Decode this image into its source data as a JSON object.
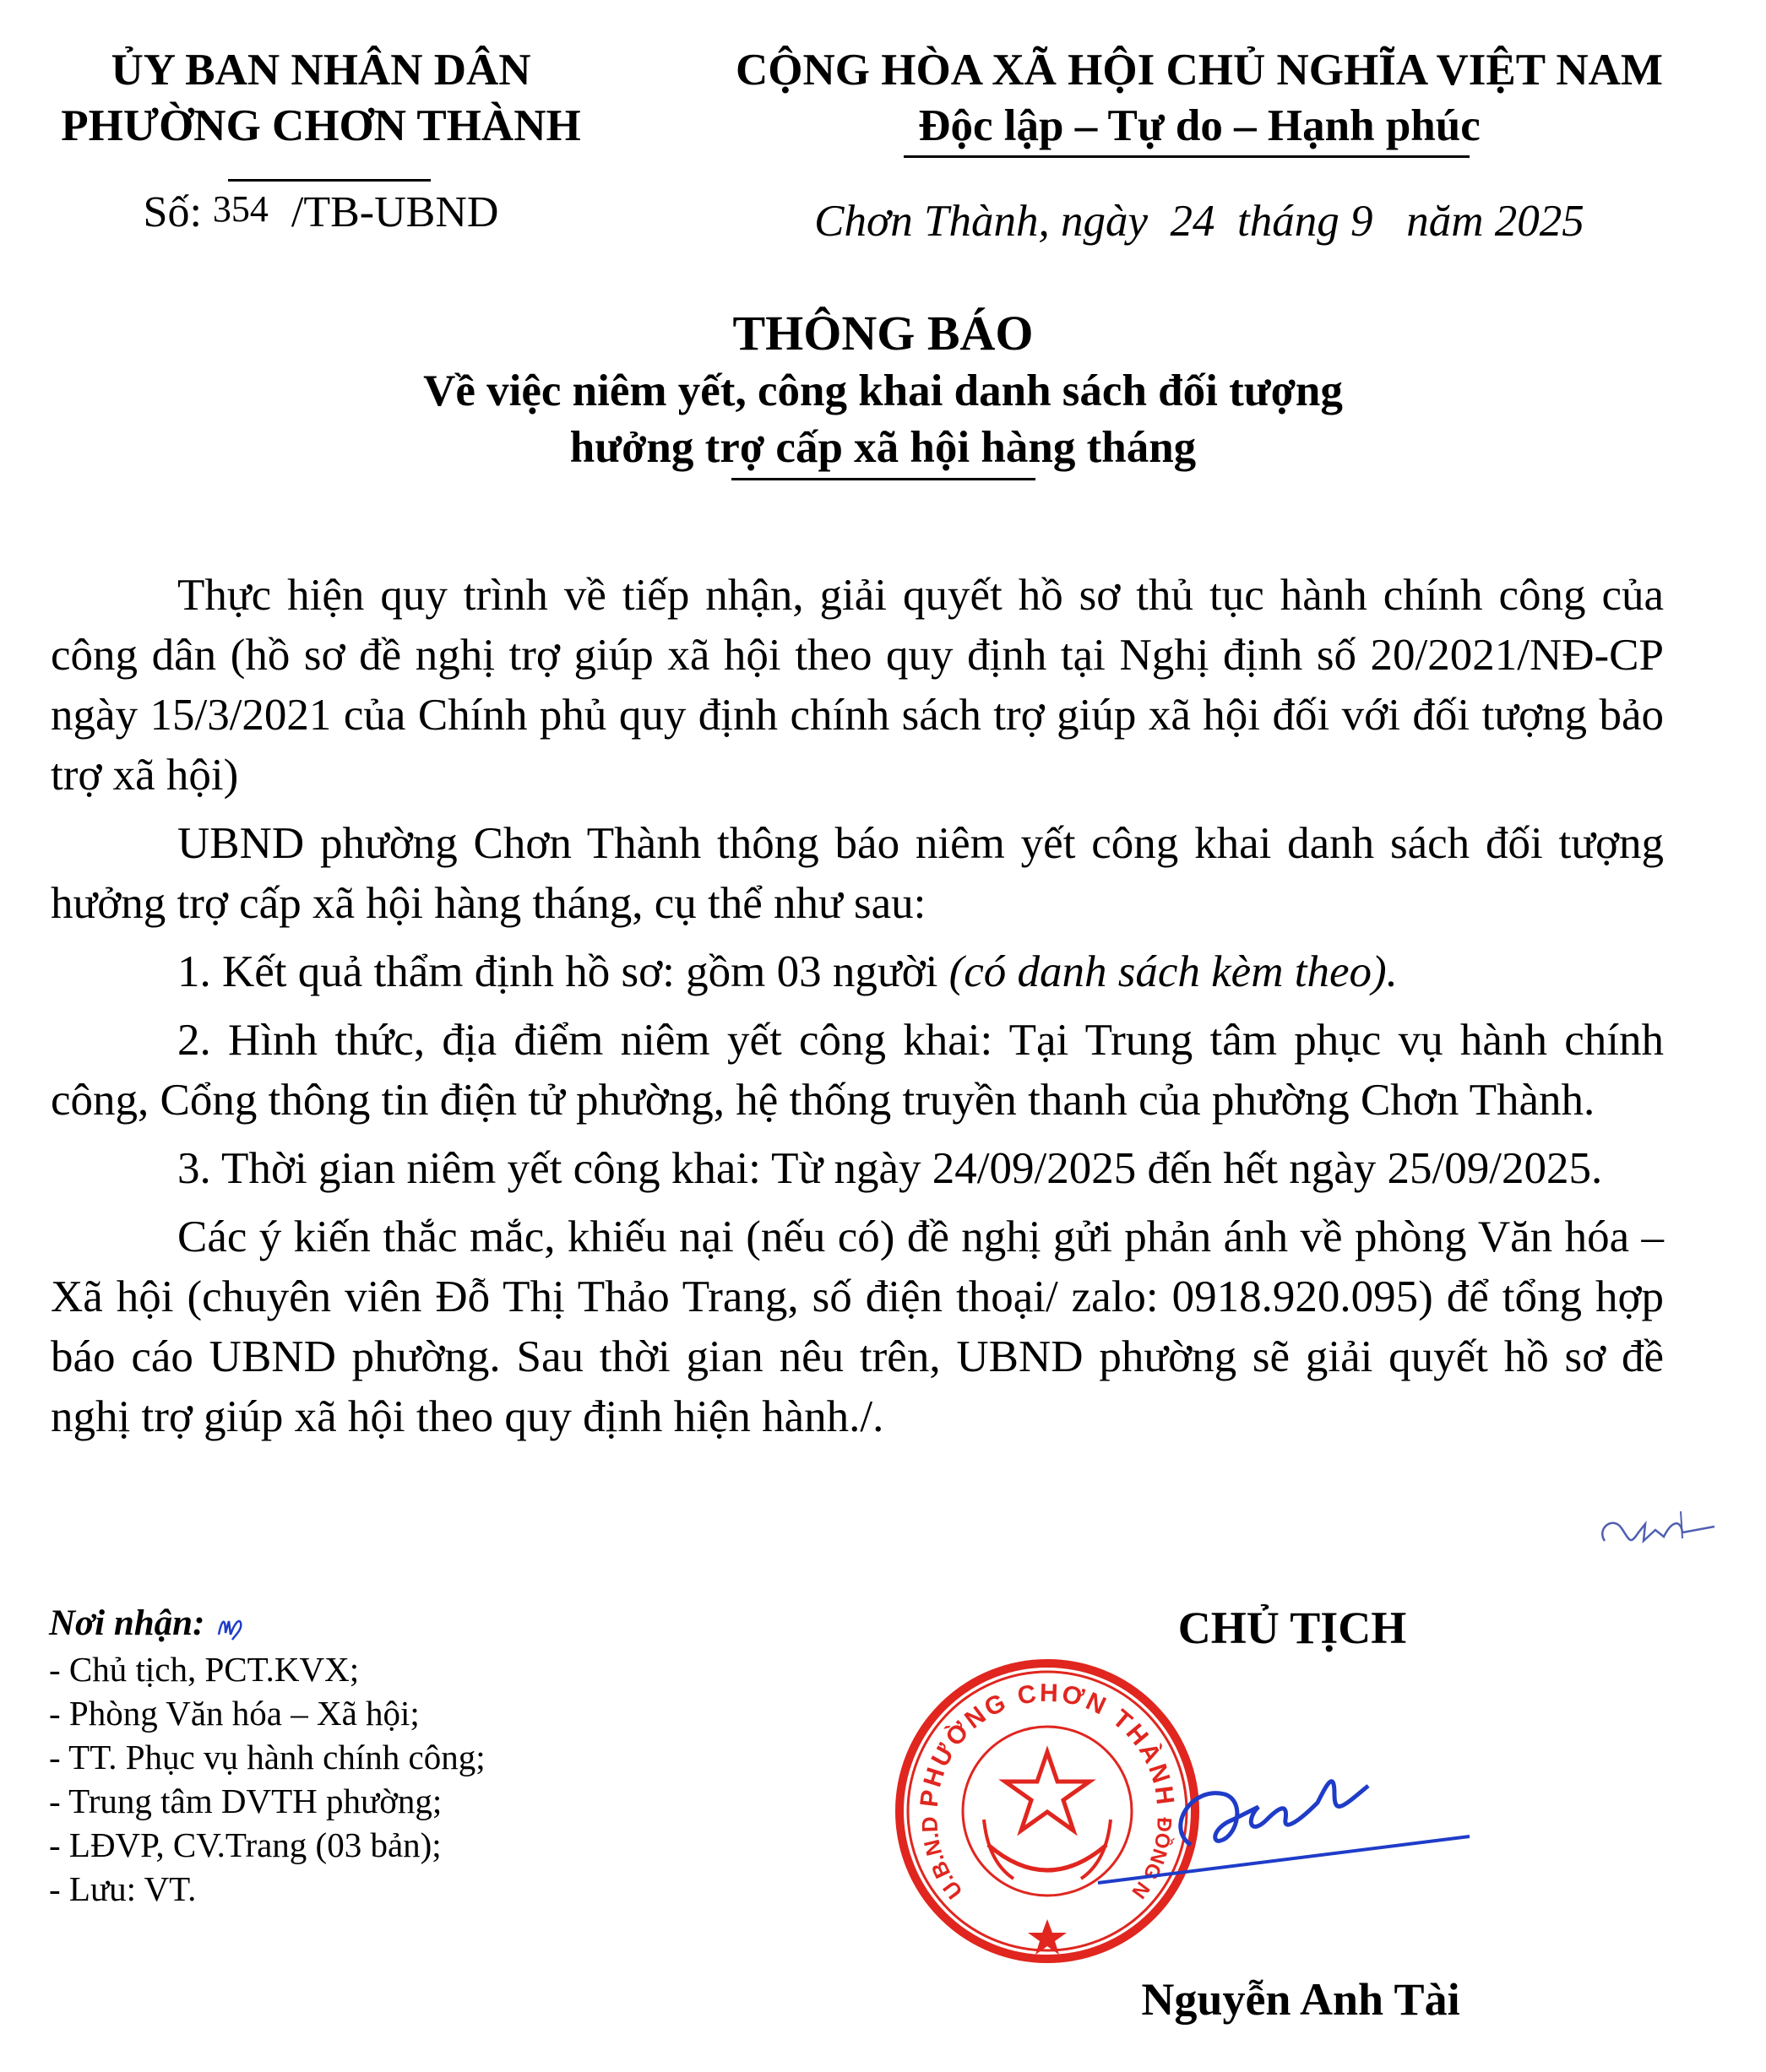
{
  "header_left": {
    "line1": "ỦY BAN NHÂN DÂN",
    "line2": "PHƯỜNG CHƠN THÀNH",
    "number_prefix": "Số:",
    "number_value": "354",
    "number_suffix": "/TB-UBND"
  },
  "header_right": {
    "line1": "CỘNG HÒA XÃ HỘI CHỦ NGHĨA VIỆT NAM",
    "line2": "Độc lập – Tự do – Hạnh phúc",
    "date": "Chơn Thành, ngày  24  tháng 9   năm 2025"
  },
  "title": {
    "main": "THÔNG BÁO",
    "sub1": "Về việc niêm yết, công khai danh sách đối tượng",
    "sub2": "hưởng trợ cấp xã hội hàng tháng"
  },
  "body": {
    "p1": "Thực hiện quy trình về tiếp nhận, giải quyết hồ sơ thủ tục hành chính công của công dân (hồ sơ đề nghị trợ giúp xã hội theo quy định tại Nghị định số 20/2021/NĐ-CP ngày 15/3/2021 của Chính phủ quy định chính sách trợ giúp xã hội đối với đối tượng bảo trợ xã hội)",
    "p2": "UBND phường Chơn Thành thông báo niêm yết công khai danh sách đối tượng hưởng trợ cấp xã hội hàng tháng, cụ thể như sau:",
    "p3_text": "1. Kết quả thẩm định hồ sơ: gồm 03 người ",
    "p3_italic": "(có danh sách kèm theo).",
    "p4": "2. Hình thức, địa điểm niêm yết công khai: Tại Trung tâm phục vụ hành chính công, Cổng thông tin điện tử phường, hệ thống truyền thanh của phường Chơn Thành.",
    "p5": "3. Thời gian niêm yết công khai: Từ ngày 24/09/2025 đến hết ngày 25/09/2025.",
    "p6": "Các ý kiến thắc mắc, khiếu nại (nếu có) đề nghị gửi phản ánh về phòng Văn hóa – Xã hội (chuyên viên Đỗ Thị Thảo Trang, số điện thoại/ zalo: 0918.920.095) để tổng hợp báo cáo UBND phường. Sau thời gian nêu trên, UBND phường sẽ giải quyết hồ sơ đề nghị trợ giúp xã hội theo quy định hiện hành./."
  },
  "recipients": {
    "heading": "Nơi nhận:",
    "items": [
      "- Chủ tịch, PCT.KVX;",
      "- Phòng Văn hóa – Xã hội;",
      "- TT. Phục vụ hành chính công;",
      "- Trung tâm DVTH phường;",
      "- LĐVP, CV.Trang (03 bản);",
      "- Lưu: VT."
    ]
  },
  "signature": {
    "role": "CHỦ TỊCH",
    "name": "Nguyễn Anh Tài"
  },
  "seal": {
    "text_top": "PHƯỜNG CHƠN THÀNH",
    "text_side": "U.B.N.D",
    "text_right": "T. ĐỒNG NAI",
    "color": "#e0261f"
  },
  "colors": {
    "ink_blue": "#1f3cc8",
    "seal_red": "#e0261f"
  }
}
